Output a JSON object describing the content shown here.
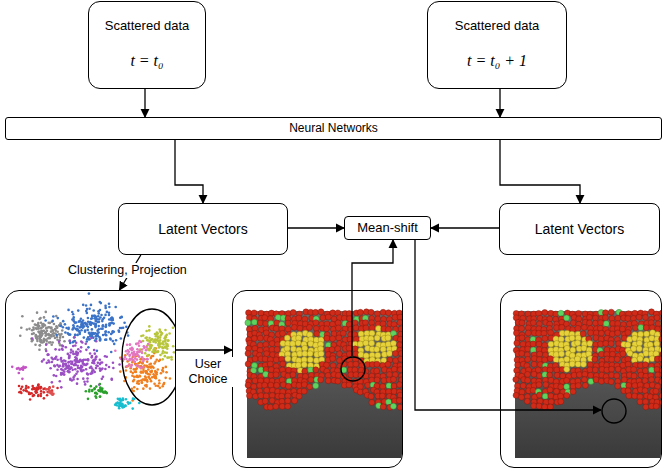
{
  "diagram": {
    "nodes": [
      {
        "text": [
          "Scattered data",
          "t = t₀"
        ]
      },
      {
        "text": [
          "Scattered data",
          "t = t₀ + 1"
        ]
      },
      {
        "text": [
          "Neural Networks"
        ]
      },
      {
        "text": [
          "Latent Vectors"
        ]
      },
      {
        "text": [
          "Mean-shift"
        ]
      },
      {
        "text": [
          "Latent Vectors"
        ]
      },
      {
        "text": []
      },
      {
        "text": []
      },
      {
        "text": []
      }
    ],
    "edges": [
      {
        "from": 0,
        "to": 2,
        "arrow": "to"
      },
      {
        "from": 1,
        "to": 2,
        "arrow": "to"
      },
      {
        "from": 2,
        "to": 3,
        "arrow": "to"
      },
      {
        "from": 2,
        "to": 5,
        "arrow": "to"
      },
      {
        "from": 3,
        "to": 4,
        "arrow": "to"
      },
      {
        "from": 5,
        "to": 4,
        "arrow": "to"
      },
      {
        "from": 3,
        "to": 6,
        "label": "Clustering, Projection",
        "arrow": "to"
      },
      {
        "from": 6,
        "to": 7,
        "label": "User Choice",
        "arrow": "to"
      },
      {
        "from": 7,
        "to": 4,
        "arrow": "to"
      },
      {
        "from": 4,
        "to": 8,
        "arrow": "to"
      }
    ]
  }
}
